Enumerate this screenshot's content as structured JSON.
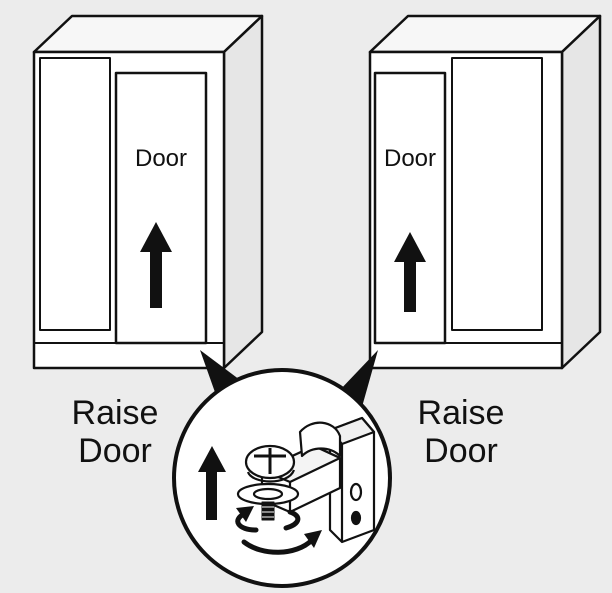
{
  "left_unit": {
    "door_label": "Door",
    "caption_line1": "Raise",
    "caption_line2": "Door"
  },
  "right_unit": {
    "door_label": "Door",
    "caption_line1": "Raise",
    "caption_line2": "Door"
  },
  "colors": {
    "background": "#ececec",
    "cabinet_side": "#e6e6e6",
    "cabinet_top": "#f7f7f7",
    "door_panel": "#ffffff",
    "line": "#111111"
  },
  "icons": [
    "up-arrow-icon",
    "hinge-bracket-icon",
    "rotate-arrow-icon"
  ]
}
